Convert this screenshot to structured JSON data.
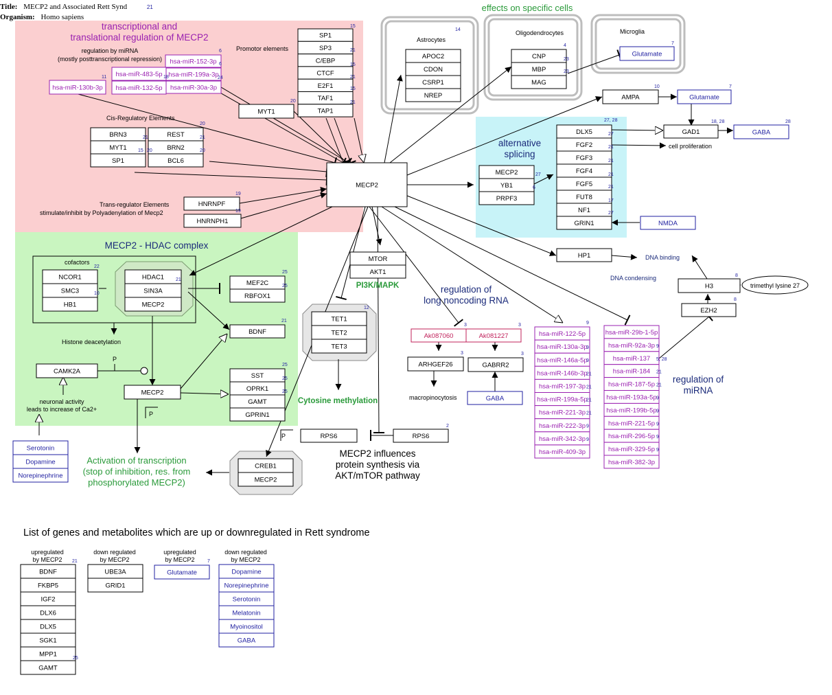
{
  "header": {
    "title_label": "Title:",
    "title_value": "MECP2 and Associated Rett Synd",
    "title_ref": "21",
    "organism_label": "Organism:",
    "organism_value": "Homo sapiens"
  },
  "colors": {
    "gene": "#000000",
    "metabolite": "#1f1fa0",
    "mirna": "#9a20b0",
    "lncrna": "#c0205a",
    "ref": "#1f1fa0",
    "green_text": "#2a9a3a",
    "navy_text": "#1a2a7a",
    "region_pink": "#fbcfd0",
    "region_green": "#c9f5c0",
    "region_cyan": "#c8f3f8"
  },
  "labels": {
    "transcriptional": "transcriptional and",
    "translational": "translational regulation of MECP2",
    "regulation_mirna": "regulation by miRNA",
    "posttranscriptional": "(mostly posttranscriptional repression)",
    "promotor": "Promotor elements",
    "cis_regulatory": "Cis-Regulatory Elements",
    "trans_regulator": "Trans-regulator Elements",
    "polyadenylation": "stimulate/inhibit by Polyadenylation of Mecp2",
    "hdac_complex": "MECP2 - HDAC complex",
    "cofactors": "cofactors",
    "histone_deacetylation": "Histone deacetylation",
    "neuronal_activity": "neuronal activity",
    "ca_increase": "leads to increase of Ca2+",
    "activation_1": "Activation of transcription",
    "activation_2": "(stop of inhibition, res. from",
    "activation_3": "phosphorylated MECP2)",
    "effects": "effects on specific cells",
    "astrocytes": "Astrocytes",
    "oligodendrocytes": "Oligodendrocytes",
    "microglia": "Microglia",
    "alt_splicing_1": "alternative",
    "alt_splicing_2": "splicing",
    "cell_proliferation": "cell proliferation",
    "dna_binding": "DNA binding",
    "dna_condensing": "DNA condensing",
    "pi3k": "PI3K/MAPK",
    "cytosine": "Cytosine methylation",
    "lncrna_1": "regulation of",
    "lncrna_2": "long noncoding RNA",
    "macropinocytosis": "macropinocytosis",
    "protein_synth_1": "MECP2 influences",
    "protein_synth_2": "protein synthesis via",
    "protein_synth_3": "AKT/mTOR pathway",
    "reg_mirna_1": "regulation of",
    "reg_mirna_2": "miRNA",
    "trimethyl": "trimethyl lysine 27",
    "p": "P",
    "list_title": "List of genes and metabolites which are up or downregulated in Rett syndrome",
    "col1_a": "upregulated",
    "col1_b": "by MECP2",
    "col2_a": "down regulated",
    "col2_b": "by MECP2",
    "col3_a": "upregulated",
    "col3_b": "by MECP2",
    "col4_a": "down regulated",
    "col4_b": "by MECP2"
  },
  "nodes": {
    "mecp2_center": "MECP2",
    "sp1_p": "SP1",
    "sp3": "SP3",
    "cebp": "C/EBP",
    "ctcf": "CTCF",
    "e2f1": "E2F1",
    "taf1": "TAF1",
    "tap1": "TAP1",
    "myt1_a": "MYT1",
    "brn3": "BRN3",
    "myt1_b": "MYT1",
    "sp1_c": "SP1",
    "rest": "REST",
    "brn2": "BRN2",
    "bcl6": "BCL6",
    "hnrnpf": "HNRNPF",
    "hnrnph1": "HNRNPH1",
    "mir152": "hsa-miR-152-3p",
    "mir483": "hsa-miR-483-5p",
    "mir199a": "hsa-miR-199a-3p",
    "mir132": "hsa-miR-132-5p",
    "mir30a": "hsa-miR-30a-3p",
    "mir130b": "hsa-miR-130b-3p",
    "ncor1": "NCOR1",
    "smc3": "SMC3",
    "hb1": "HB1",
    "hdac1": "HDAC1",
    "sin3a": "SIN3A",
    "mecp2_hdac": "MECP2",
    "mef2c": "MEF2C",
    "rbfox1": "RBFOX1",
    "bdnf": "BDNF",
    "camk2a": "CAMK2A",
    "mecp2_low": "MECP2",
    "sst": "SST",
    "oprk1": "OPRK1",
    "gamt": "GAMT",
    "gprin1": "GPRIN1",
    "serotonin": "Serotonin",
    "dopamine": "Dopamine",
    "norepinephrine": "Norepinephrine",
    "creb1": "CREB1",
    "mecp2_creb": "MECP2",
    "apoc2": "APOC2",
    "cdon": "CDON",
    "csrp1": "CSRP1",
    "nrep": "NREP",
    "cnp": "CNP",
    "mbp": "MBP",
    "mag": "MAG",
    "glutamate_mg": "Glutamate",
    "ampa": "AMPA",
    "glutamate_ampa": "Glutamate",
    "dlx5": "DLX5",
    "fgf2": "FGF2",
    "fgf3": "FGF3",
    "fgf4": "FGF4",
    "fgf5": "FGF5",
    "fut8": "FUT8",
    "nf1": "NF1",
    "grin1": "GRIN1",
    "gad1": "GAD1",
    "gaba_gad": "GABA",
    "nmda": "NMDA",
    "mecp2_alt": "MECP2",
    "yb1": "YB1",
    "prpf3": "PRPF3",
    "hp1": "HP1",
    "h3": "H3",
    "ezh2": "EZH2",
    "mtor": "MTOR",
    "akt1": "AKT1",
    "tet1": "TET1",
    "tet2": "TET2",
    "tet3": "TET3",
    "rps6_p": "RPS6",
    "rps6": "RPS6",
    "ak087060": "Ak087060",
    "ak081227": "Ak081227",
    "arhgef26": "ARHGEF26",
    "gabrr2": "GABRR2",
    "gaba_lnc": "GABA"
  },
  "mirna_col1": [
    "hsa-miR-122-5p",
    "hsa-miR-130a-3p",
    "hsa-miR-146a-5p",
    "hsa-miR-146b-3p",
    "hsa-miR-197-3p",
    "hsa-miR-199a-5p",
    "hsa-miR-221-3p",
    "hsa-miR-222-3p",
    "hsa-miR-342-3p",
    "hsa-miR-409-3p"
  ],
  "mirna_col2": [
    "hsa-miR-29b-1-5p",
    "hsa-miR-92a-3p",
    "hsa-miR-137",
    "hsa-miR-184",
    "hsa-miR-187-5p",
    "hsa-miR-193a-5p",
    "hsa-miR-199b-5p",
    "hsa-miR-221-5p",
    "hsa-miR-296-5p",
    "hsa-miR-329-5p",
    "hsa-miR-382-3p"
  ],
  "mirna_col1_refs": [
    "9",
    "9",
    "9",
    "21",
    "21",
    "21",
    "21",
    "9",
    "9",
    ""
  ],
  "mirna_col2_refs": [
    "",
    "9",
    "5, 28",
    "21",
    "21",
    "9",
    "9",
    "9",
    "9",
    "9",
    ""
  ],
  "refs": {
    "promotor_top": "15",
    "sp3": "21",
    "cebp": "15",
    "ctcf": "21",
    "e2f1": "15",
    "taf1": "21",
    "myt1_a": "20",
    "mir152": "6",
    "mir483_l": "11",
    "mir483_r": "18",
    "mir152_r": "6",
    "mir199a_r": "24",
    "cis_top": "20",
    "brn3": "21",
    "myt1_b": "15",
    "sp1_c": "20",
    "rest": "21",
    "brn2": "20",
    "hnrnpf": "19",
    "hnrnph1": "19",
    "cofactors": "22",
    "smc3": "10",
    "hdac1": "21",
    "mef2c": "25",
    "rbfox1": "25",
    "bdnf": "21",
    "sst": "25",
    "oprk1": "25",
    "gamt": "25",
    "astro": "14",
    "oligo": "4",
    "cnp": "23",
    "mbp": "23",
    "micro": "7",
    "ampa": "10",
    "glut_ampa": "7",
    "alt_top": "27, 28",
    "gad1": "18, 28",
    "gaba": "28",
    "dlx5": "27",
    "fgf2": "21",
    "fgf3": "21",
    "fgf4": "21",
    "fgf5": "21",
    "fut8": "17",
    "nf1": "27",
    "mecp2_alt": "27",
    "yb1": "6",
    "h3": "8",
    "ezh2": "8",
    "tet": "12",
    "rps6": "2",
    "ak_l": "3",
    "ak_r": "3",
    "arh": "3",
    "gabrr2": "3",
    "list_col1": "21",
    "list_col3": "7",
    "list_gamt": "25"
  },
  "list_col1": [
    "BDNF",
    "FKBP5",
    "IGF2",
    "DLX6",
    "DLX5",
    "SGK1",
    "MPP1",
    "GAMT"
  ],
  "list_col2": [
    "UBE3A",
    "GRID1"
  ],
  "list_col3": [
    "Glutamate"
  ],
  "list_col4": [
    "Dopamine",
    "Norepinephrine",
    "Serotonin",
    "Melatonin",
    "Myoinositol",
    "GABA"
  ]
}
